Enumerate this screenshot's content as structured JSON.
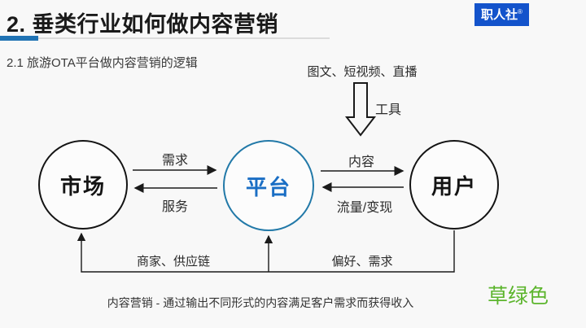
{
  "slide": {
    "title": "2. 垂类行业如何做内容营销",
    "logo": "职人社",
    "logo_reg": "®",
    "subtitle": "2.1 旅游OTA平台做内容营销的逻辑",
    "caption": "内容营销 - 通过输出不同形式的内容满足客户需求而获得收入",
    "note": "草绿色",
    "colors": {
      "badge_blue": "#1353cb",
      "accent_bar_blue": "#2073b4",
      "platform_border": "#2279a8",
      "platform_text": "#1a6ec4",
      "note_green": "#5cb52d",
      "line_black": "#1a1a1a"
    }
  },
  "diagram": {
    "tools_text": "图文、短视频、直播",
    "tools_arrow_label": "工具",
    "nodes": [
      {
        "id": "market",
        "label": "市场"
      },
      {
        "id": "platform",
        "label": "平台"
      },
      {
        "id": "user",
        "label": "用户"
      }
    ],
    "edges": {
      "market_to_platform": "需求",
      "platform_to_market": "服务",
      "platform_to_user": "内容",
      "user_to_platform": "流量/变现",
      "bottom_left": "商家、供应链",
      "bottom_right": "偏好、需求"
    }
  }
}
